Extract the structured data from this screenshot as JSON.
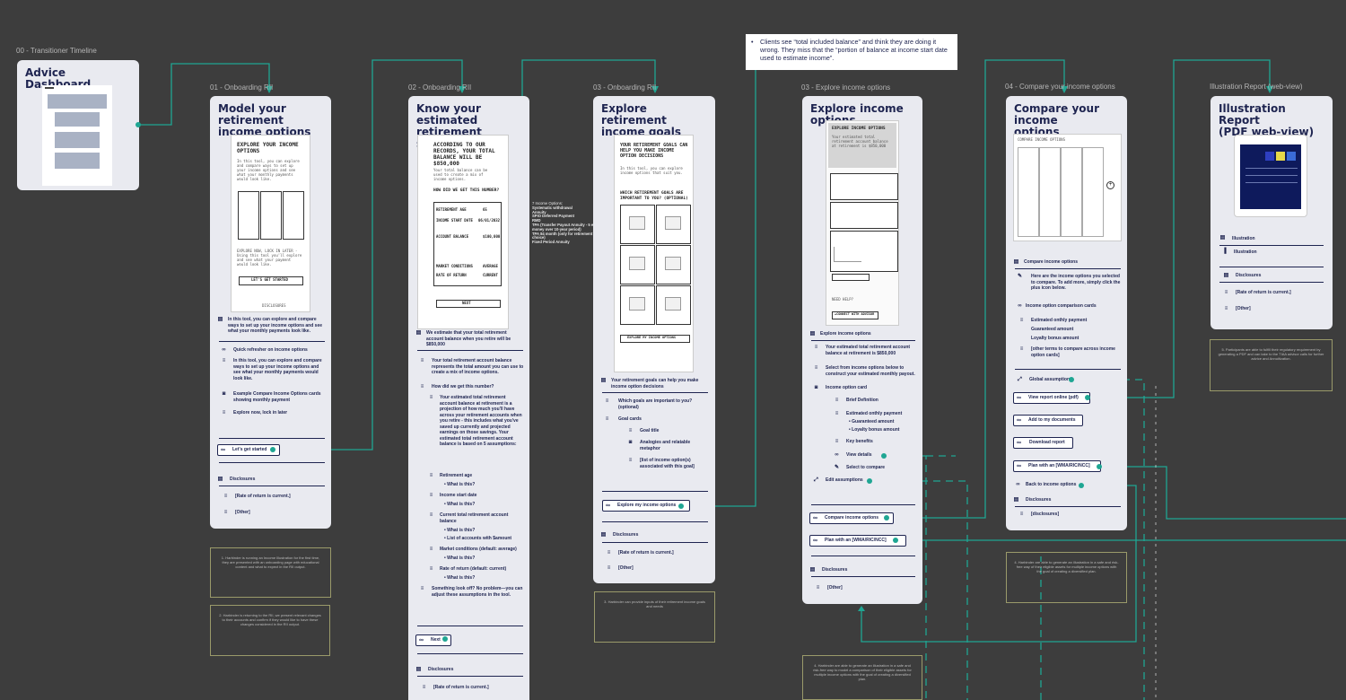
{
  "frame_labels": {
    "transitioner": "00 - Transitioner Timeline",
    "onboarding1": "01 - Onboarding RII",
    "onboarding2": "02 - Onboarding RII",
    "onboarding3": "03 - Onboarding RII",
    "explore": "03 - Explore income options",
    "compare": "04 - Compare your income options",
    "illustration": "Illustration Report (web-view)"
  },
  "advice": {
    "title": "Advice Dashboard"
  },
  "callout": "Clients see “total included balance” and think they are doing it wrong. They miss that the “portion of balance at income start date used to estimate income”.",
  "f1": {
    "title": "Model your retirement\nincome options",
    "wire_heading": "EXPLORE YOUR INCOME OPTIONS",
    "wire_button": "LET'S GET STARTED",
    "intro": "In this tool, you can explore and compare ways to set up your income options and see what your monthly payments look like.",
    "items": [
      "Quick refresher on income options",
      "In this tool, you can explore and compare ways to set up your income options and see what your monthly payments would look like.",
      "Example Compare Income Options cards showing monthly payment",
      "Explore now, lock in later"
    ],
    "cta": "Let's get started",
    "disclosures": "Disclosures",
    "disc_items": [
      "[Rate of return is current.]",
      "[Other]"
    ]
  },
  "f2": {
    "title": "Know your estimated\nretirement savings",
    "wire_heading": "ACCORDING TO OUR RECORDS, YOUR TOTAL BALANCE WILL BE $850,000",
    "wire_sub": "HOW DID WE GET THIS NUMBER?",
    "wire_rows": [
      "RETIREMENT AGE",
      "INCOME START DATE",
      "ACCOUNT BALANCE",
      "MARKET CONDITIONS",
      "RATE OF RETURN"
    ],
    "wire_vals": [
      "65",
      "06/01/2032",
      "$100,000",
      "AVERAGE",
      "CURRENT"
    ],
    "wire_button": "NEXT",
    "intro": "We estimate that your total retirement account balance when you retire will be $850,000",
    "items": [
      "Your total retirement account balance represents the total amount you can use to create a mix of income options.",
      "How did we get this number?",
      "Your estimated total retirement account balance at retirement is a projection of how much you'll have across your retirement accounts when you retire - this includes what you've saved up currently and projected earnings on those savings. Your estimated total retirement account balance is based on 5 assumptions:",
      "Retirement age",
      "What is this?",
      "Income start date",
      "What is this?",
      "Current total retirement account balance",
      "What is this?",
      "List of accounts with $amount",
      "Market conditions (default: average)",
      "What is this?",
      "Rate of return (default: current)",
      "What is this?",
      "Something look off? No problem—you can adjust these assumptions in the tool."
    ],
    "cta": "Next",
    "disclosures": "Disclosures",
    "disc_items": [
      "[Rate of return is current.]"
    ]
  },
  "income_options_list": {
    "heading": "7 Income Options:",
    "items": [
      "Systematic withdrawal",
      "Annuity",
      "SPIO Deferred Payment",
      "RMD",
      "TPA (Transfer Payout Annuity - 5 equal money over 10-year period)",
      "TPA 84 month (only for retirement choice)",
      "Fixed Period Annuity"
    ]
  },
  "f3": {
    "title": "Explore retirement\nincome goals",
    "wire_heading": "YOUR RETIREMENT GOALS CAN HELP YOU MAKE INCOME OPTION DECISIONS",
    "wire_sub": "WHICH RETIREMENT GOALS ARE IMPORTANT TO YOU? (OPTIONAL)",
    "wire_button": "EXPLORE MY INCOME OPTIONS",
    "intro": "Your retirement goals can help you make income option decisions",
    "items": [
      "Which goals are important to you? (optional)",
      "Goal cards",
      "Goal title",
      "Analogies and relatable metaphor",
      "[list of income option(s) associated with this goal]"
    ],
    "cta": "Explore my income options",
    "disclosures": "Disclosures",
    "disc_items": [
      "[Rate of return is current.]",
      "[Other]"
    ]
  },
  "f4": {
    "title": "Explore income options",
    "wire_heading": "EXPLORE INCOME OPTIONS",
    "wire_button": "+CONNECT WITH ADVISOR",
    "intro": "Explore income options",
    "items": [
      "Your estimated total retirement account balance at retirement is $850,000",
      "Select from income options below to construct your estimated monthly payout.",
      "Income option card",
      "Brief Definition",
      "Estimated onthly payment",
      "Guaranteed amount",
      "Loyalty bonus amount",
      "Key benefits",
      "View details",
      "Select to compare",
      "Edit assumptions"
    ],
    "cta1": "Compare income options",
    "cta2": "Plan with an [WMA/RIC/NCC]",
    "disclosures": "Disclosures",
    "disc_items": [
      "[Other]"
    ]
  },
  "f5": {
    "title": "Compare your income\noptions",
    "intro": "Compare income options",
    "items": [
      "Here are the income options you selected to compare. To add more, simply click the plus icon below.",
      "Income option comparison cards",
      "Estimated onthly payment",
      "Guaranteed amount",
      "Loyalty bonus amount",
      "[other terms to compare across income option cards]",
      "Global assumptions"
    ],
    "ctas": [
      "View report online (pdf)",
      "Add to my documents",
      "Download report",
      "Plan with an [WMA/RIC/NCC]",
      "Back to income options"
    ],
    "disclosures": "Disclosures",
    "disc_items": [
      "[disclosures]"
    ]
  },
  "f6": {
    "title": "Illustration Report\n(PDF web-view)",
    "items": [
      "Illustration",
      "Illustration"
    ],
    "disclosures": "Disclosures",
    "disc_items": [
      "[Rate of return is current.]",
      "[Other]"
    ]
  },
  "notes": {
    "n1": "1. Harbinder is running an Income Illustration for the first time, they are presented with an onboarding page with educational content and what to expect in the RII output.",
    "n2": "2. Harbinder is returning to the RII, we present relevant changes to their accounts and confirm if they would like to have these changes considered in the RII output.",
    "n3": "3. Harbinder can provide inputs of their retirement income goals and needs",
    "n4": "4. Harbinder are able to generate an illustration in a safe and risk-free way to model a comparison of their eligible assets for multiple income options with the goal of creating a diversified plan.",
    "n5": "4. Harbinder are able to generate an illustration in a safe and risk-free way of their eligible assets for multiple income options with the goal of creating a diversified plan.",
    "n6": "5. Participants are able to fulfill their regulatory requirement by generating a PDF and can take to the TIAA advisor calls for further advice and Annuitization."
  },
  "colors": {
    "connector": "#1fa693",
    "background": "#3d3d3d",
    "frame": "#e9eaf0",
    "text": "#1e2450"
  }
}
